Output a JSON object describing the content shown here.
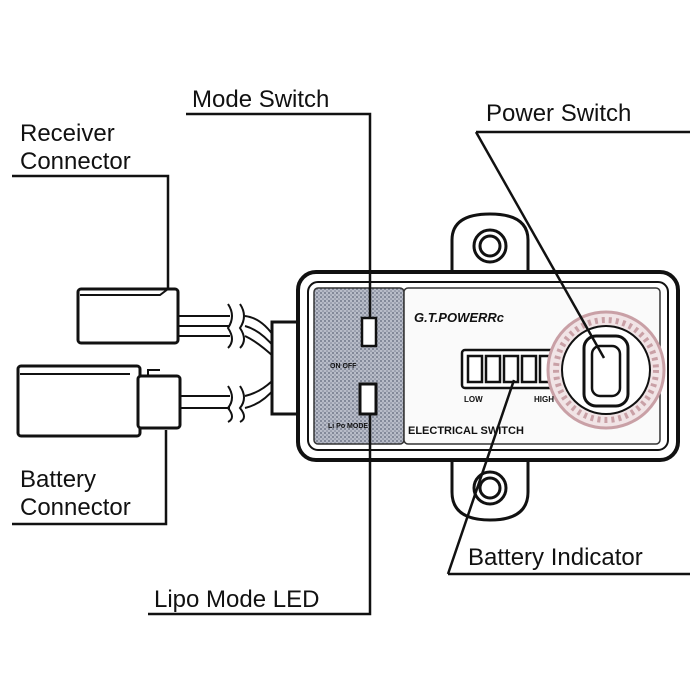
{
  "callouts": {
    "mode_switch": "Mode Switch",
    "power_switch": "Power Switch",
    "receiver_connector_line1": "Receiver",
    "receiver_connector_line2": "Connector",
    "battery_connector_line1": "Battery",
    "battery_connector_line2": "Connector",
    "battery_indicator": "Battery Indicator",
    "lipo_mode_led": "Lipo Mode LED"
  },
  "device": {
    "brand": "G.T.POWERRc",
    "product": "ELECTRICAL SWITCH",
    "switch_label_top": "ON OFF",
    "switch_label_bottom": "Li Po MODE",
    "indicator_low": "LOW",
    "indicator_high": "HIGH",
    "indicator_segments": 5
  },
  "colors": {
    "ink": "#111111",
    "panel_texture": "#8f96a8",
    "ring": "#c9a0a6"
  }
}
